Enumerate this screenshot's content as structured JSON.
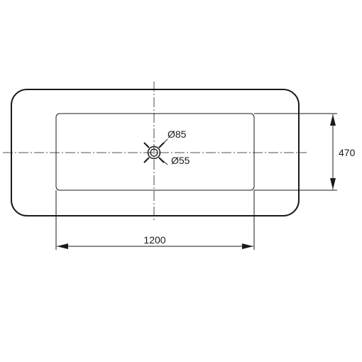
{
  "drawing": {
    "labels": {
      "outer_diameter": "Ø85",
      "inner_diameter": "Ø55",
      "width_dimension": "1200",
      "depth_dimension": "470"
    }
  }
}
